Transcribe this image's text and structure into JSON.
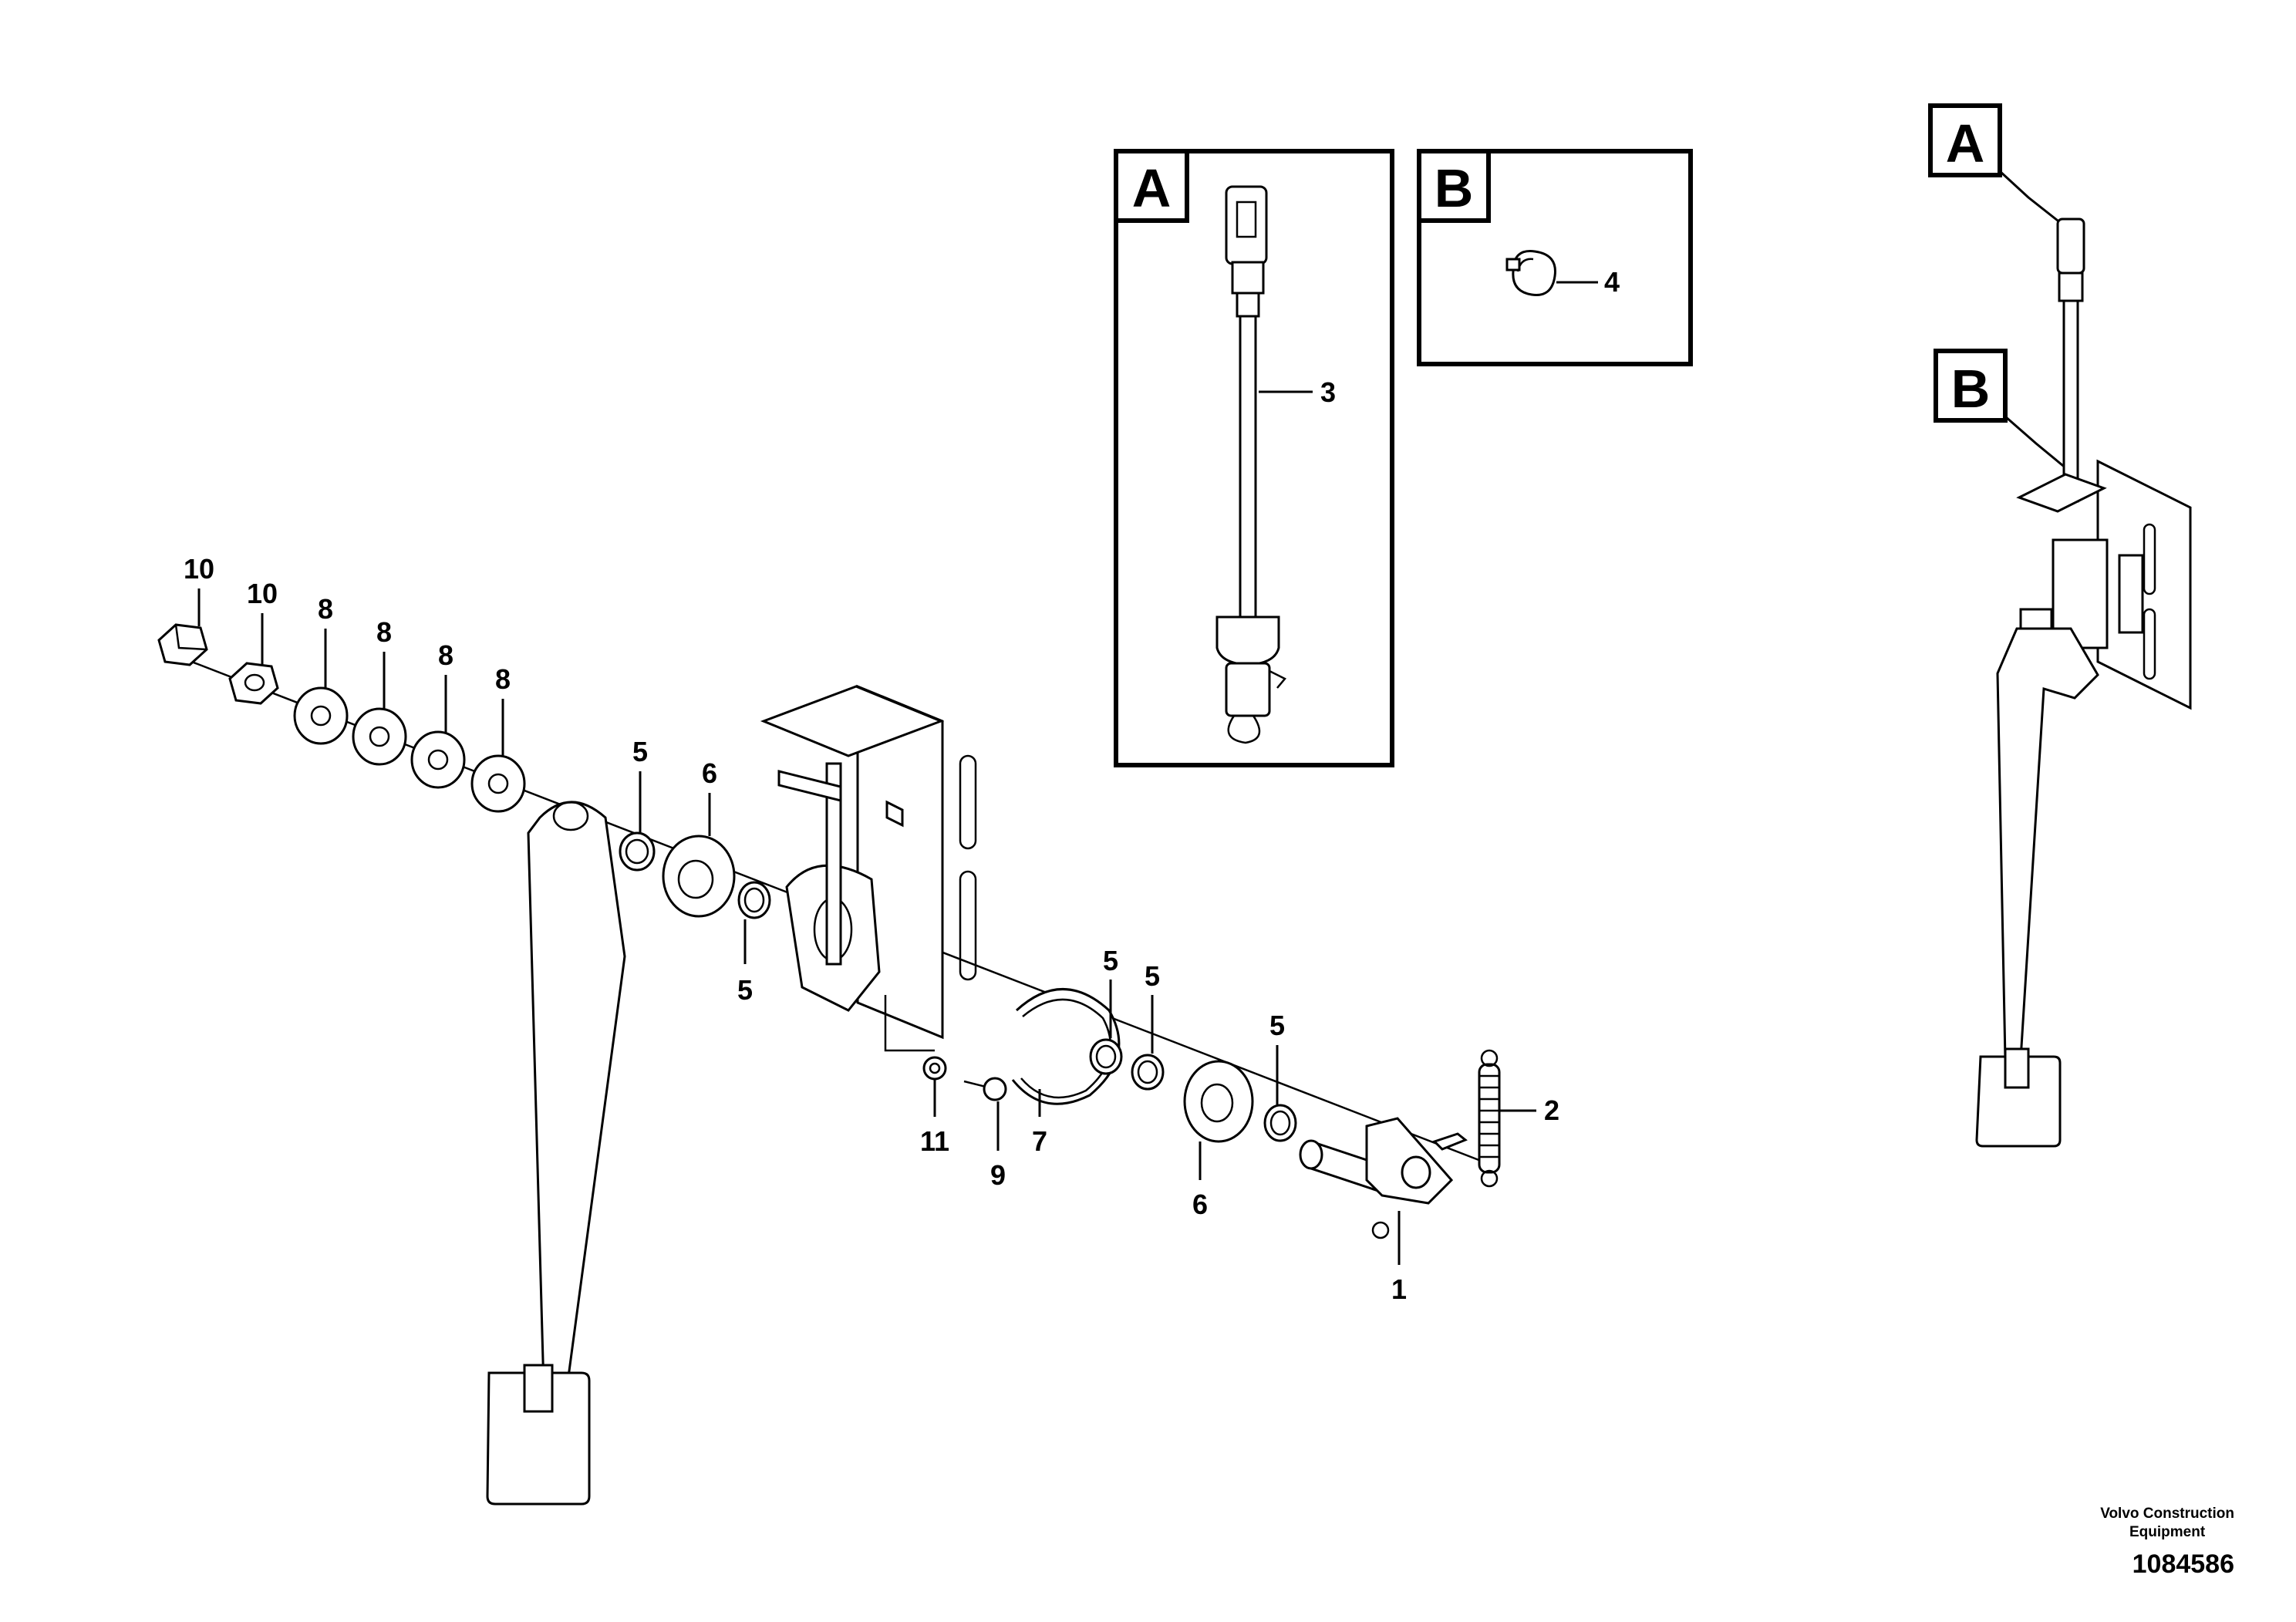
{
  "detail_a": {
    "letter": "A",
    "callouts": [
      "3"
    ]
  },
  "detail_b": {
    "letter": "B",
    "callouts": [
      "4"
    ]
  },
  "overview": {
    "label_a": "A",
    "label_b": "B"
  },
  "callouts": {
    "nut_1": "10",
    "nut_2": "10",
    "washer_1": "8",
    "washer_2": "8",
    "washer_3": "8",
    "washer_4": "8",
    "ring_left_top": "5",
    "bearing_left": "6",
    "ring_left_bottom": "5",
    "snap_ring": "7",
    "ring_mid_1": "5",
    "ring_mid_2": "5",
    "bearing_right": "6",
    "ring_right": "5",
    "switch_plate": "1",
    "spring": "2",
    "screw": "9",
    "washer_small": "11"
  },
  "brand": {
    "line1": "Volvo Construction",
    "line2": "Equipment",
    "drawing_number": "1084586"
  }
}
